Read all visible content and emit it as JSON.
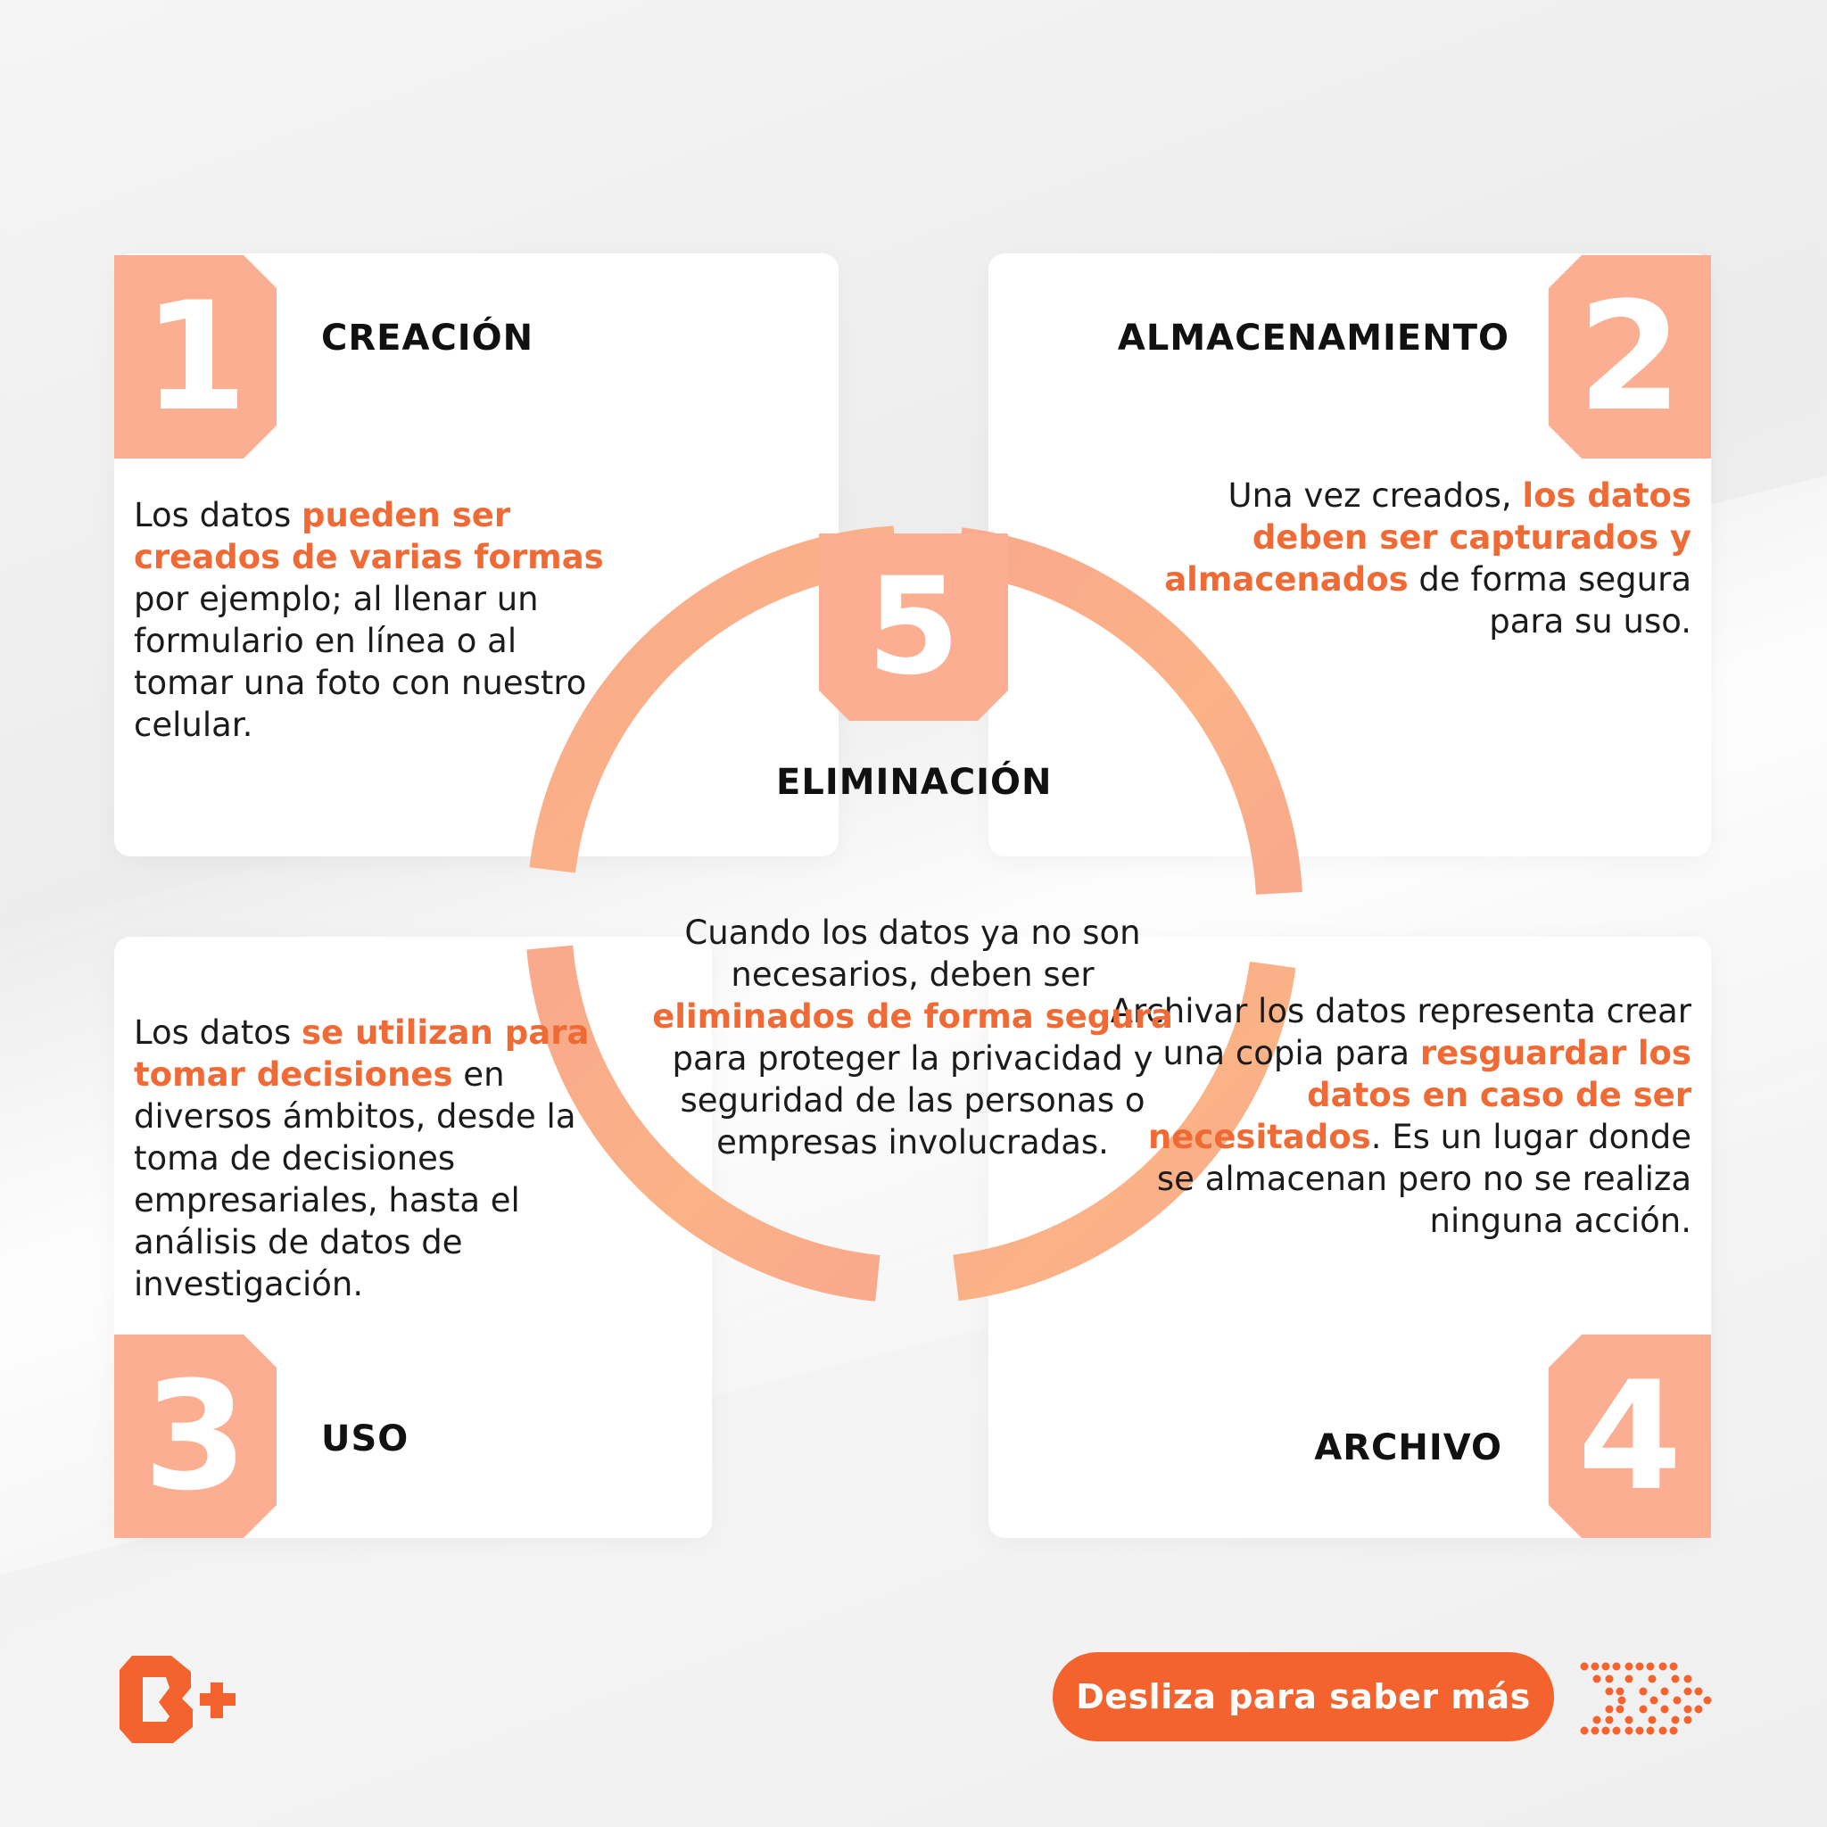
{
  "steps": [
    {
      "number": "1",
      "title": "CREACIÓN",
      "text_parts": [
        "Los datos ",
        "pueden ser creados de varias formas",
        " por ejemplo; al llenar un formulario en línea o al tomar una foto con nuestro celular."
      ]
    },
    {
      "number": "2",
      "title": "ALMACENAMIENTO",
      "text_parts": [
        "Una vez creados, ",
        "los datos deben ser capturados y almacenados",
        " de forma segura para su uso."
      ]
    },
    {
      "number": "3",
      "title": "USO",
      "text_parts": [
        "Los datos ",
        "se utilizan para tomar decisiones",
        " en diversos ámbitos, desde la toma de decisiones empresariales, hasta el análisis de datos de investigación."
      ]
    },
    {
      "number": "4",
      "title": "ARCHIVO",
      "text_parts": [
        "Archivar los datos representa crear una copia para ",
        "resguardar los datos en caso de ser necesitados",
        ". Es un lugar donde se almacenan pero no se realiza ninguna acción."
      ]
    },
    {
      "number": "5",
      "title": "ELIMINACIÓN",
      "text_parts": [
        "Cuando los datos ya no son necesarios, deben ser ",
        "eliminados de forma segura",
        " para proteger la privacidad y seguridad de las personas o empresas involucradas."
      ]
    }
  ],
  "footer": {
    "logo_text": "B+",
    "cta_label": "Desliza para saber más"
  },
  "colors": {
    "badge": "#fbae92",
    "accent": "#f06a35",
    "button": "#f4632d",
    "ring_start": "#f9a98c",
    "ring_end": "#fbbd85"
  }
}
